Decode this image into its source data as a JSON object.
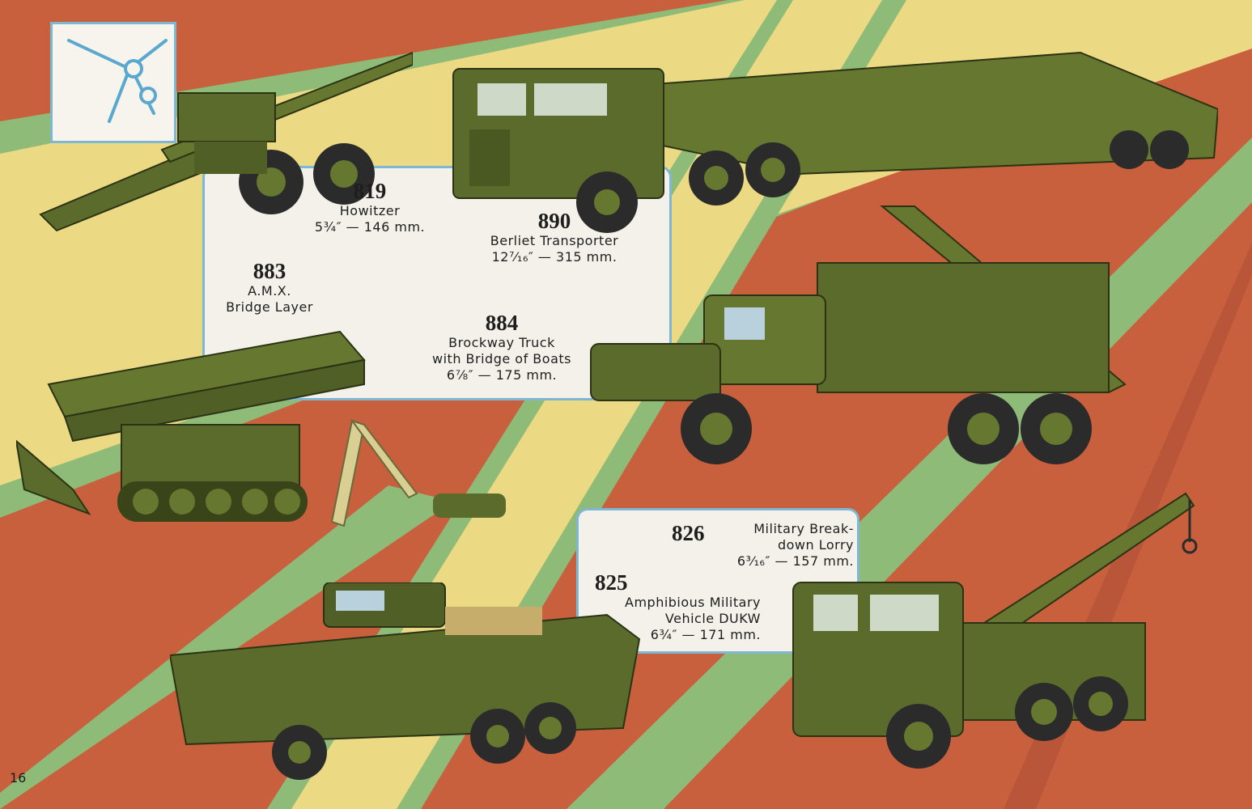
{
  "page": {
    "number": "16"
  },
  "colors": {
    "background_orange": "#c8603d",
    "band_yellow": "#ecd983",
    "band_green": "#8fbb78",
    "panel_fill": "#f3f1ea",
    "panel_border": "#7fb7d3",
    "military_green": "#5a6b2c"
  },
  "models": [
    {
      "number": "819",
      "name_lines": [
        "Howitzer"
      ],
      "size": "5¾″ — 146 mm."
    },
    {
      "number": "890",
      "name_lines": [
        "Berliet  Transporter"
      ],
      "size": "12⁷⁄₁₆″ — 315 mm."
    },
    {
      "number": "883",
      "name_lines": [
        "A.M.X.",
        "Bridge  Layer"
      ],
      "size": ""
    },
    {
      "number": "884",
      "name_lines": [
        "Brockway  Truck",
        "with  Bridge  of  Boats"
      ],
      "size": "6⅞″ — 175 mm."
    },
    {
      "number": "826",
      "name_lines": [
        "Military  Break-",
        "down  Lorry"
      ],
      "size": "6³⁄₁₆″ — 157 mm."
    },
    {
      "number": "825",
      "name_lines": [
        "Amphibious  Military",
        "Vehicle  DUKW"
      ],
      "size": "6¾″ — 171 mm."
    }
  ]
}
